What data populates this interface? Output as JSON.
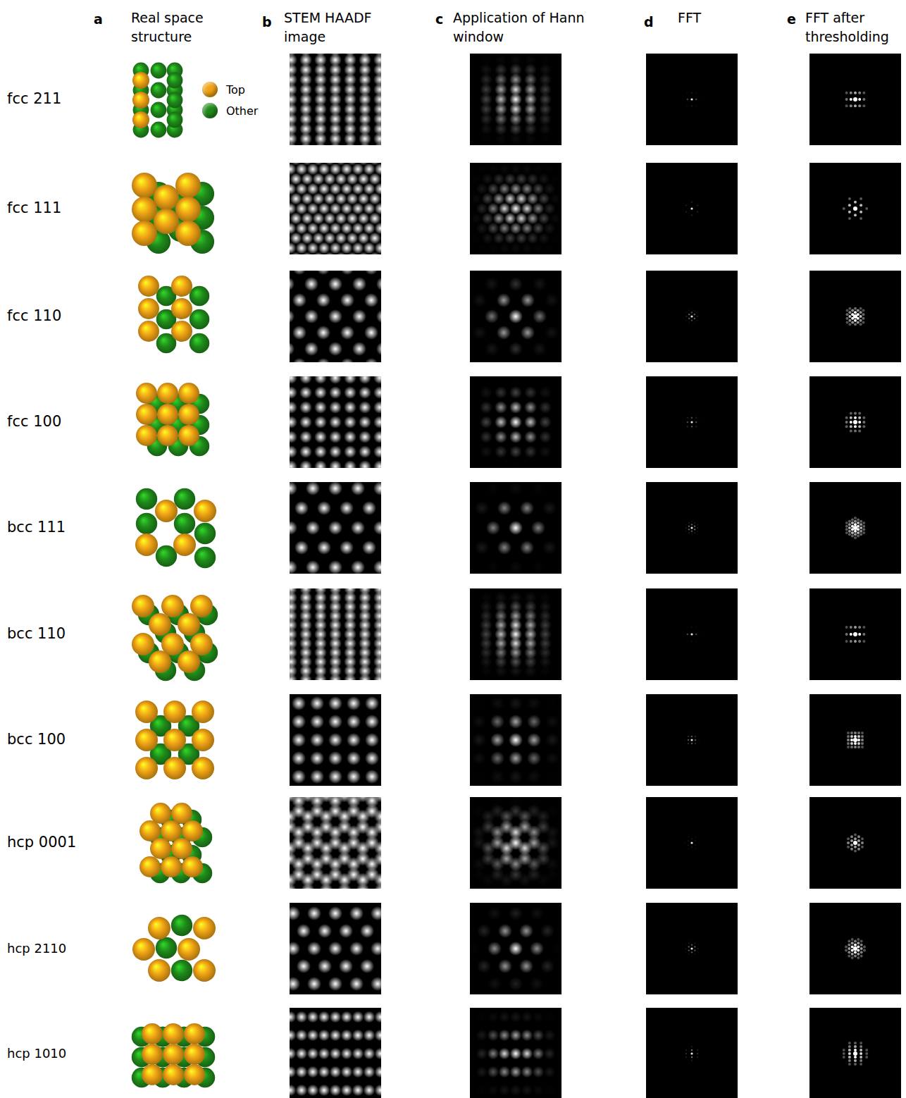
{
  "diagram": {
    "labels": [
      "a",
      "Real space structure",
      "b",
      "STEM HAADF image",
      "c",
      "Application of Hann window",
      "d",
      "FFT",
      "e",
      "FFT after thresholding",
      "fcc 211",
      "fcc 111",
      "fcc 110",
      "fcc 100",
      "bcc 111",
      "bcc 110",
      "bcc 100",
      "hcp 0001",
      "hcp 2110",
      "hcp 1010"
    ],
    "legend": [
      {
        "text": "Top",
        "color": "#f0a315"
      },
      {
        "text": "Other",
        "color": "#1f8a1a"
      }
    ]
  }
}
